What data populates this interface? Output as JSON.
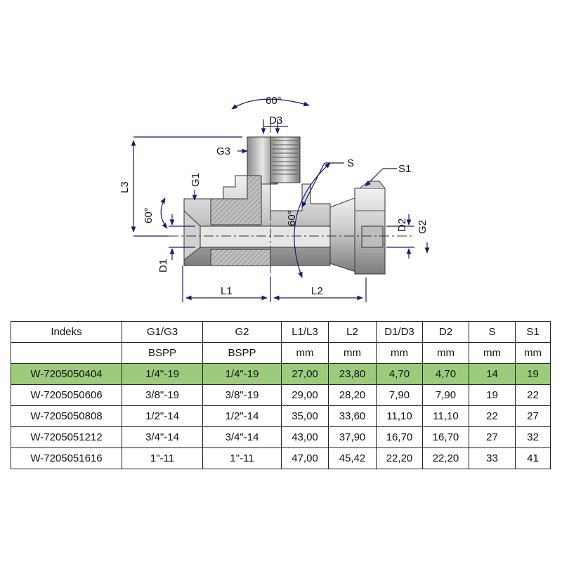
{
  "drawing": {
    "labels": {
      "angle_top": "60°",
      "d3": "D3",
      "g3": "G3",
      "s": "S",
      "s1": "S1",
      "l3": "L3",
      "g1": "G1",
      "angle_left": "60°",
      "angle_mid": "60°",
      "d2": "D2",
      "g2": "G2",
      "d1": "D1",
      "l1": "L1",
      "l2": "L2"
    }
  },
  "table": {
    "headers": [
      "Indeks",
      "G1/G3",
      "G2",
      "L1/L3",
      "L2",
      "D1/D3",
      "D2",
      "S",
      "S1"
    ],
    "units": [
      "",
      "BSPP",
      "BSPP",
      "mm",
      "mm",
      "mm",
      "mm",
      "mm",
      "mm"
    ],
    "rows": [
      [
        "W-7205050404",
        "1/4\"-19",
        "1/4\"-19",
        "27,00",
        "23,80",
        "4,70",
        "4,70",
        "14",
        "19"
      ],
      [
        "W-7205050606",
        "3/8\"-19",
        "3/8\"-19",
        "29,00",
        "28,20",
        "7,90",
        "7,90",
        "19",
        "22"
      ],
      [
        "W-7205050808",
        "1/2\"-14",
        "1/2\"-14",
        "35,00",
        "33,60",
        "11,10",
        "11,10",
        "22",
        "27"
      ],
      [
        "W-7205051212",
        "3/4\"-14",
        "3/4\"-14",
        "43,00",
        "37,90",
        "16,70",
        "16,70",
        "27",
        "32"
      ],
      [
        "W-7205051616",
        "1\"-11",
        "1\"-11",
        "47,00",
        "45,42",
        "22,20",
        "22,20",
        "33",
        "41"
      ]
    ],
    "highlight_row": 0,
    "highlight_color": "#9ccb7c"
  },
  "colors": {
    "dimension": "#1a1a6e",
    "metal_light": "#d9d9d9",
    "metal_dark": "#8c8c8c"
  }
}
